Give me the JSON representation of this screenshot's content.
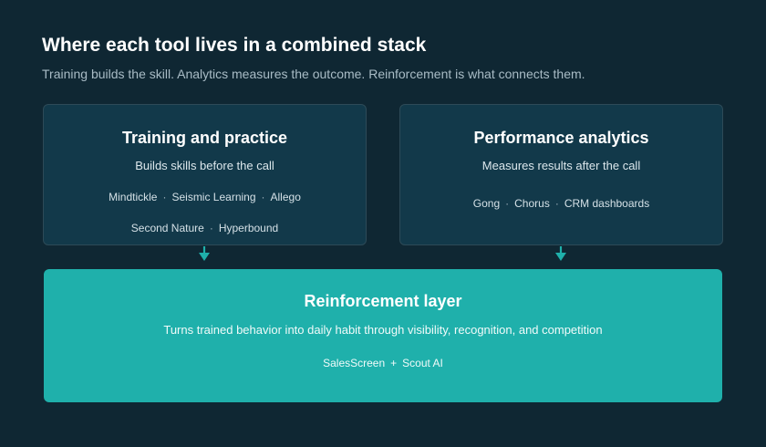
{
  "title": "Where each tool lives in a combined stack",
  "subtitle": "Training builds the skill. Analytics measures the outcome. Reinforcement is what connects them.",
  "colors": {
    "background": "#0f2733",
    "card": "#12394a",
    "card_border": "#2d4a57",
    "accent": "#1fb0ab"
  },
  "training": {
    "title": "Training and practice",
    "description": "Builds skills before the call",
    "separator": "·",
    "tools_row1": [
      "Mindtickle",
      "Seismic Learning",
      "Allego"
    ],
    "tools_row2": [
      "Second Nature",
      "Hyperbound"
    ]
  },
  "analytics": {
    "title": "Performance analytics",
    "description": "Measures results after the call",
    "separator": "·",
    "tools": [
      "Gong",
      "Chorus",
      "CRM dashboards"
    ]
  },
  "reinforcement": {
    "title": "Reinforcement layer",
    "description": "Turns trained behavior into daily habit through visibility, recognition, and competition",
    "joiner": "+",
    "tools": [
      "SalesScreen",
      "Scout AI"
    ]
  },
  "icons": [
    "arrow-down-icon"
  ]
}
